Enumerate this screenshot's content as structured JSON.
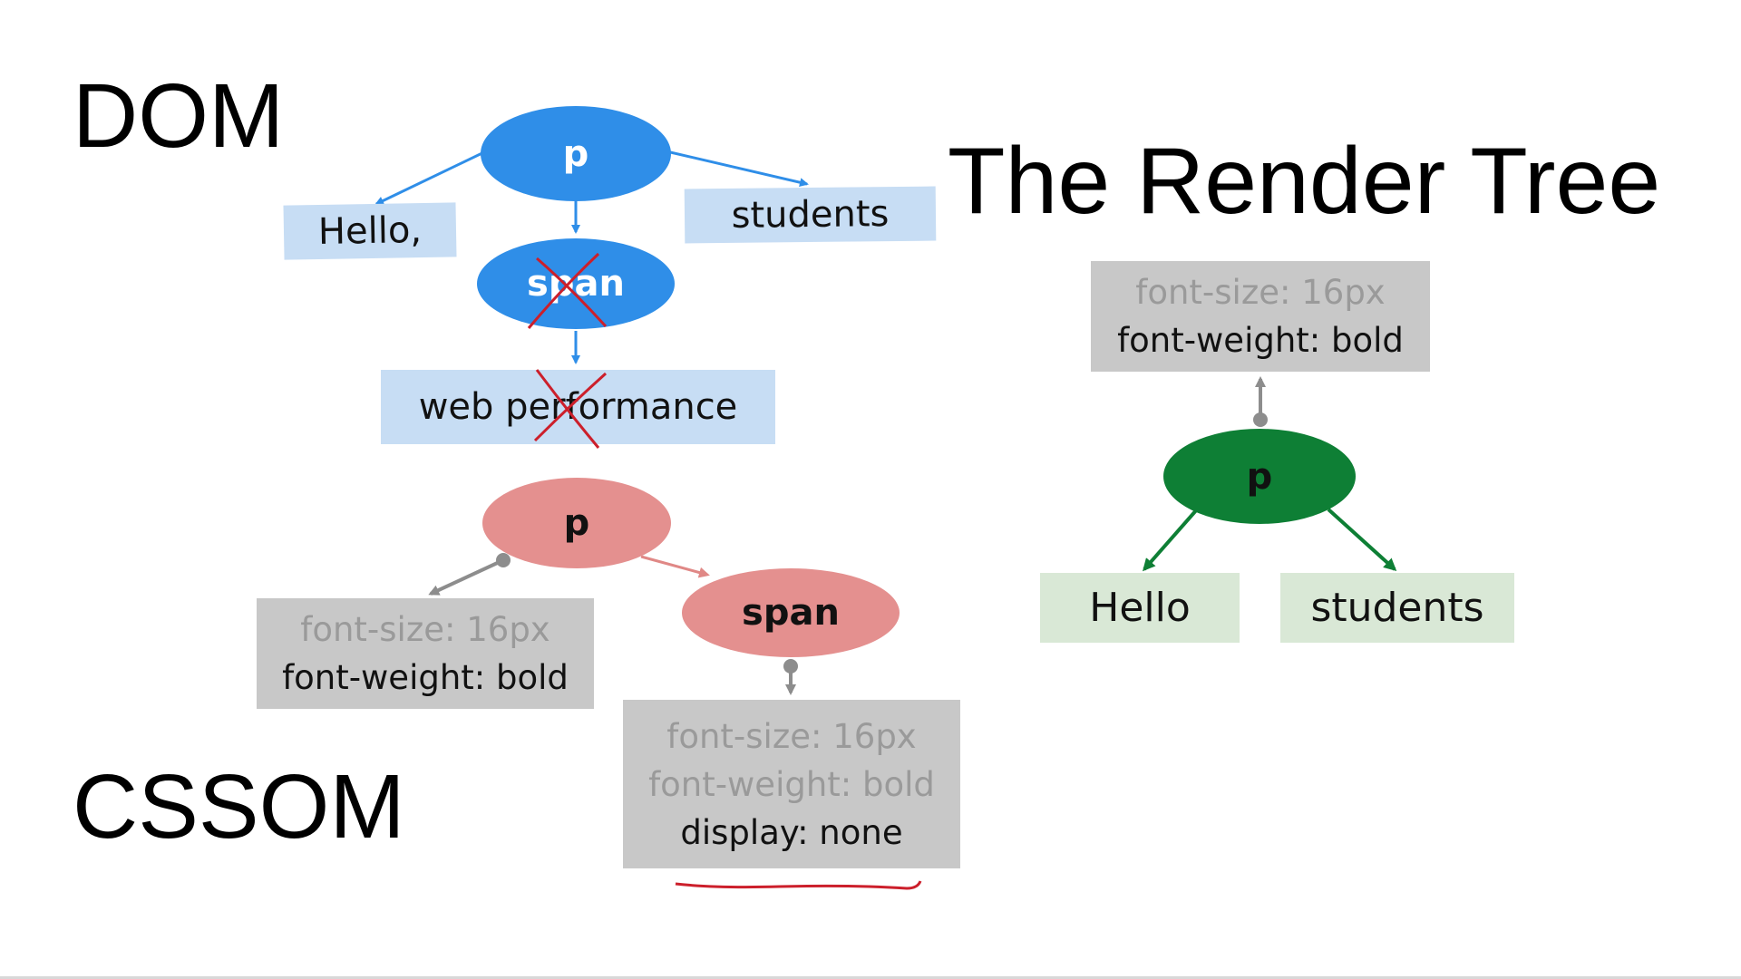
{
  "headings": {
    "dom": "DOM",
    "cssom": "CSSOM",
    "render_tree": "The Render Tree"
  },
  "dom_tree": {
    "root": "p",
    "child_node": "span",
    "leaves": {
      "left": "Hello,",
      "right": "students",
      "bottom": "web performance"
    }
  },
  "cssom_tree": {
    "root": "p",
    "child_node": "span",
    "p_styles": {
      "inherited": "font-size: 16px",
      "own": "font-weight: bold"
    },
    "span_styles": {
      "inherited_1": "font-size: 16px",
      "inherited_2": "font-weight: bold",
      "own": "display: none"
    }
  },
  "render_tree": {
    "root": "p",
    "styles": {
      "inherited": "font-size: 16px",
      "own": "font-weight: bold"
    },
    "leaves": {
      "left": "Hello",
      "right": "students"
    }
  },
  "colors": {
    "dom_node": "#2f8ee8",
    "dom_leaf": "#c7ddf4",
    "cssom_node": "#e4908f",
    "render_node": "#0e7f35",
    "render_leaf": "#d9e8d6",
    "style_box": "#c8c8c8",
    "strike_mark": "#cc1f2b"
  }
}
